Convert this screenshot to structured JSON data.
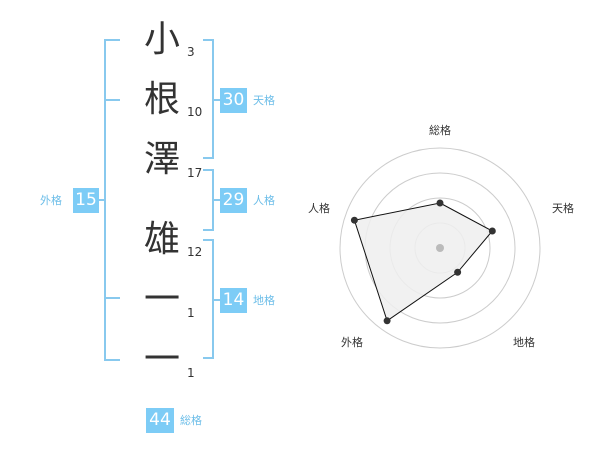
{
  "name": {
    "characters": [
      {
        "char": "小",
        "strokes": "3"
      },
      {
        "char": "根",
        "strokes": "10"
      },
      {
        "char": "澤",
        "strokes": "17"
      },
      {
        "char": "雄",
        "strokes": "12"
      },
      {
        "char": "一",
        "strokes": "1"
      },
      {
        "char": "一",
        "strokes": "1"
      }
    ]
  },
  "kakusu": {
    "tenkaku": {
      "value": "30",
      "label": "天格"
    },
    "jinkaku": {
      "value": "29",
      "label": "人格"
    },
    "chikaku": {
      "value": "14",
      "label": "地格"
    },
    "gaikaku": {
      "value": "15",
      "label": "外格"
    },
    "soukaku": {
      "value": "44",
      "label": "総格"
    }
  },
  "chart_data": {
    "type": "radar",
    "axes": [
      "総格",
      "天格",
      "地格",
      "外格",
      "人格"
    ],
    "values": [
      0.45,
      0.55,
      0.3,
      0.9,
      0.9
    ],
    "range": [
      0,
      1
    ],
    "rings": 4,
    "colors": {
      "fill": "#eeeeee",
      "line": "#111111",
      "grid": "#cccccc",
      "center": "#bbbbbb"
    }
  },
  "colors": {
    "accent": "#7dccf6",
    "accent_text": "#6bbde8",
    "bracket": "#88c9ee"
  }
}
